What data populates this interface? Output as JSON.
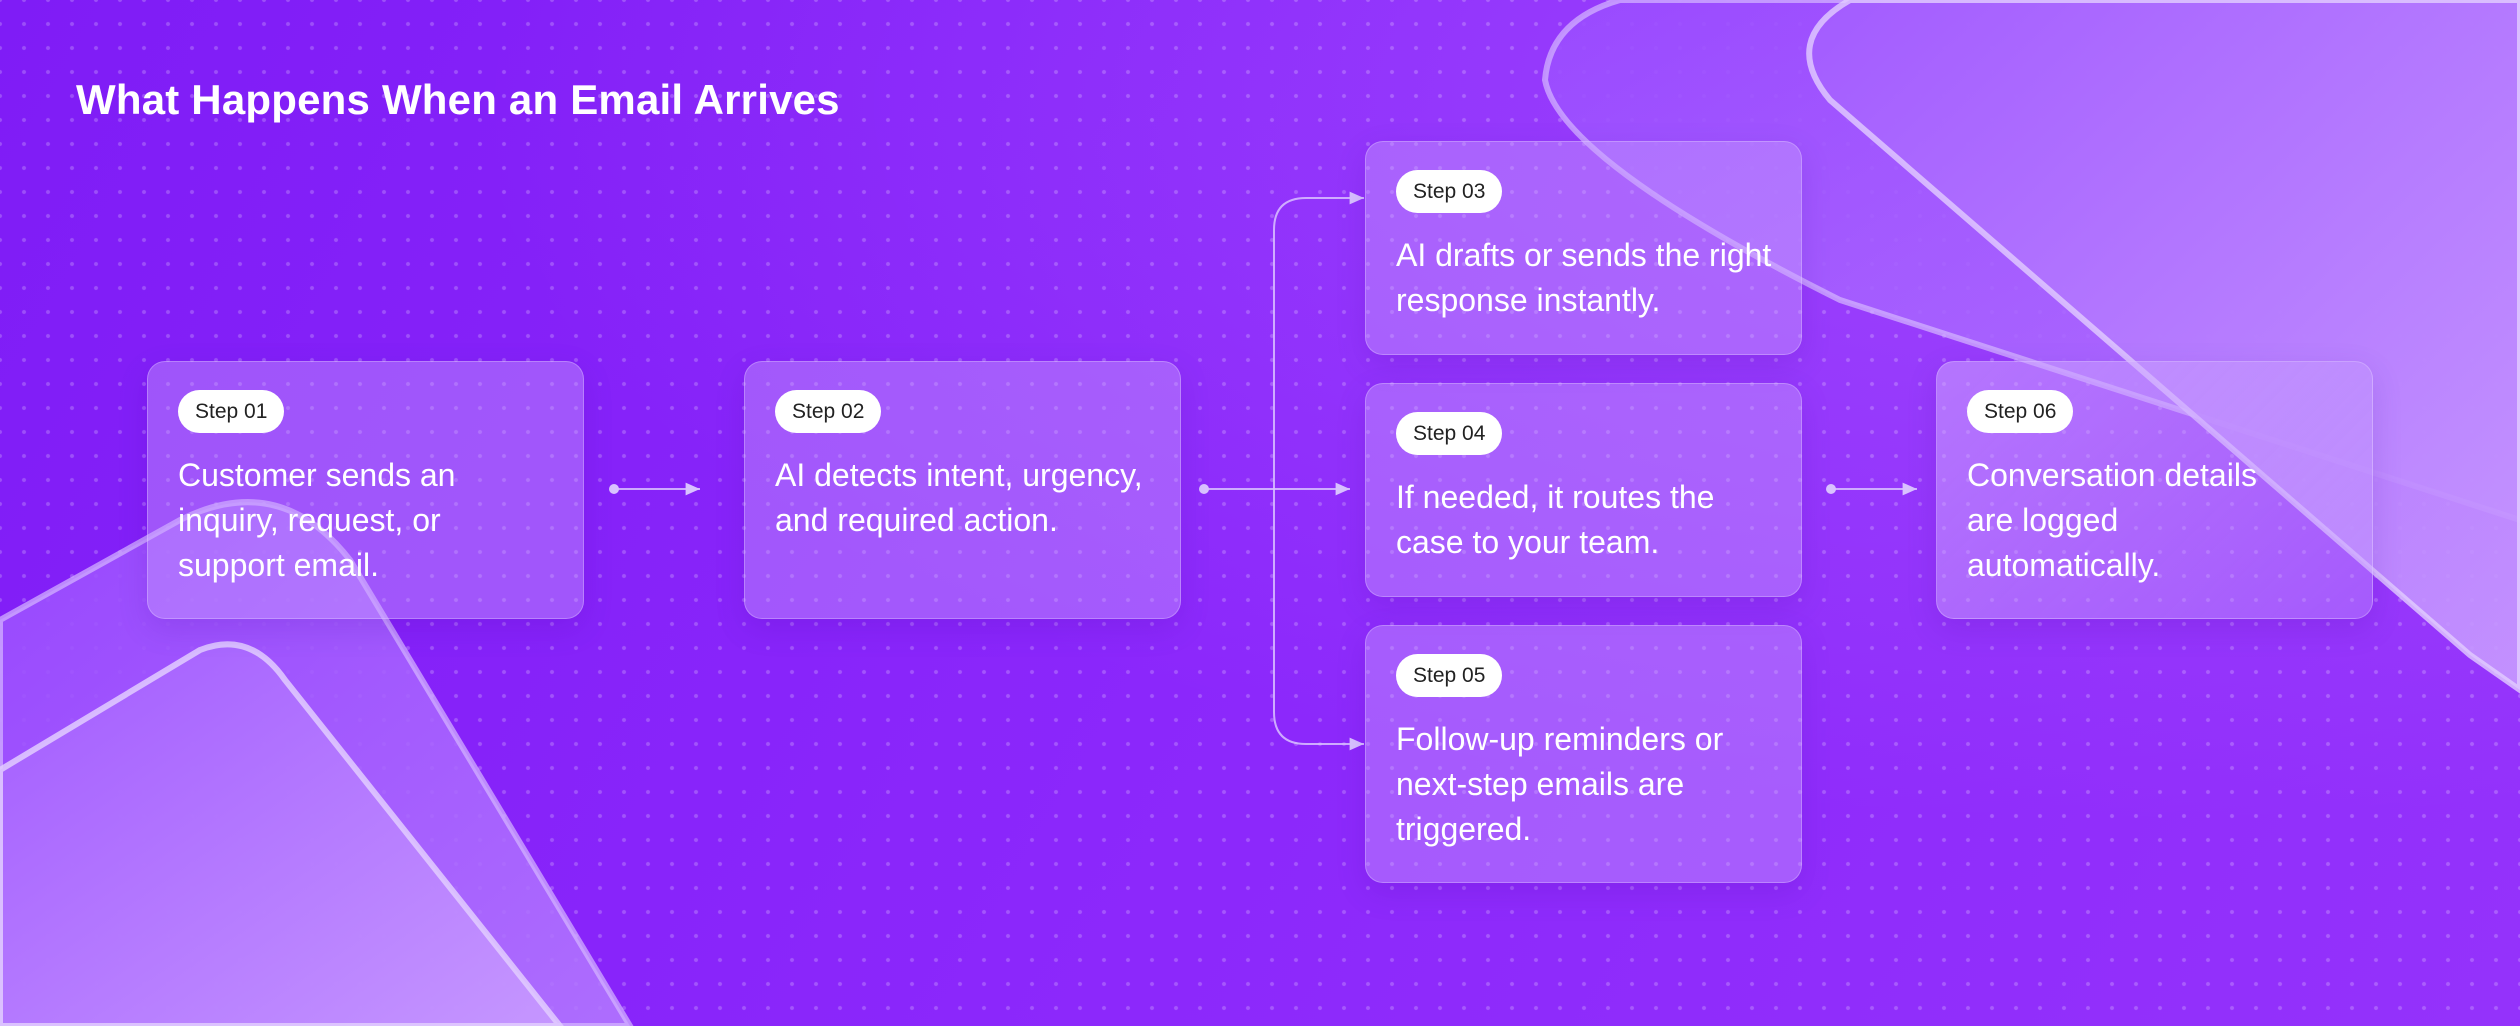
{
  "title": "What Happens When an Email Arrives",
  "colors": {
    "background": "#8B26FA",
    "card": "rgba(200,160,255,0.42)",
    "badge": "#FFFFFF",
    "text": "#FFFFFF",
    "connector": "#D9C2FF"
  },
  "steps": [
    {
      "badge": "Step 01",
      "text": "Customer sends an inquiry, request, or support email."
    },
    {
      "badge": "Step 02",
      "text": "AI detects intent, urgency, and required action."
    },
    {
      "badge": "Step 03",
      "text": "AI drafts or sends the right response instantly."
    },
    {
      "badge": "Step 04",
      "text": "If needed, it routes the case to your team."
    },
    {
      "badge": "Step 05",
      "text": "Follow-up reminders or next-step emails are triggered."
    },
    {
      "badge": "Step 06",
      "text": "Conversation details are logged automatically."
    }
  ],
  "connections": [
    [
      "Step 01",
      "Step 02"
    ],
    [
      "Step 02",
      "Step 03"
    ],
    [
      "Step 02",
      "Step 04"
    ],
    [
      "Step 02",
      "Step 05"
    ],
    [
      "Step 04",
      "Step 06"
    ]
  ]
}
